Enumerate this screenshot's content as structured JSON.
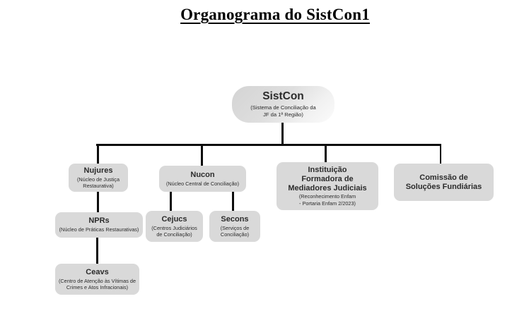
{
  "page": {
    "title": "Organograma do SistCon1"
  },
  "colors": {
    "background": "#ffffff",
    "node_fill": "#d9d9d9",
    "root_gradient_start": "#d4d4d4",
    "root_gradient_end": "#fbfbfb",
    "connector": "#0d0d0d",
    "text": "#2b2b2b",
    "title_text": "#000000"
  },
  "org": {
    "nodes": {
      "sistcon": {
        "name": "SistCon",
        "description": [
          "(Sistema de Conciliação da",
          "JF da 1ª Região)"
        ]
      },
      "nujures": {
        "name": "Nujures",
        "description": [
          "(Núcleo de Justiça",
          "Restaurativa)"
        ]
      },
      "nucon": {
        "name": "Nucon",
        "description": [
          "(Núcleo Central de Conciliação)"
        ]
      },
      "instituicao": {
        "name": [
          "Instituição",
          "Formadora de",
          "Mediadores Judiciais"
        ],
        "description": [
          "(Reconhecimento Enfam",
          "- Portaria Enfam 2/2023)"
        ]
      },
      "comissao": {
        "name": [
          "Comissão de",
          "Soluções Fundiárias"
        ],
        "description": []
      },
      "nprs": {
        "name": "NPRs",
        "description": [
          "(Núcleo de Práticas Restaurativas)"
        ]
      },
      "cejucs": {
        "name": "Cejucs",
        "description": [
          "(Centros Judiciários",
          "de Conciliação)"
        ]
      },
      "secons": {
        "name": "Secons",
        "description": [
          "(Serviços de",
          "Conciliação)"
        ]
      },
      "ceavs": {
        "name": "Ceavs",
        "description": [
          "(Centro de Atenção às Vítimas de",
          "Crimes e Atos Infracionais)"
        ]
      }
    },
    "hierarchy": {
      "sistcon": [
        "nujures",
        "nucon",
        "instituicao",
        "comissao"
      ],
      "nujures": [
        "nprs"
      ],
      "nucon": [
        "cejucs",
        "secons"
      ],
      "nprs": [
        "ceavs"
      ]
    }
  }
}
